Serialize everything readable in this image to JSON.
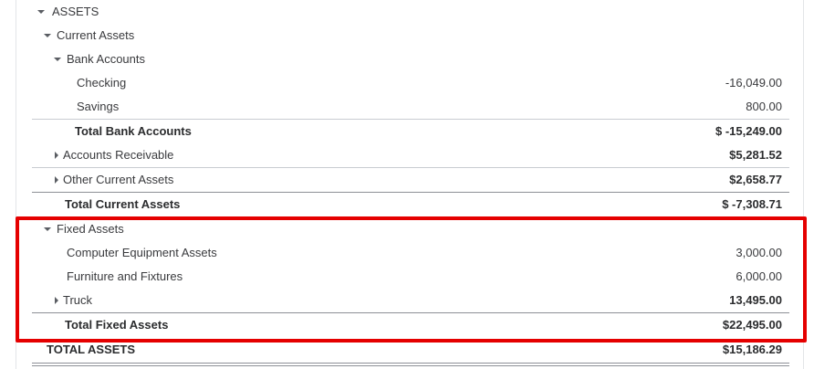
{
  "report": {
    "assets": {
      "label": "ASSETS"
    },
    "current_assets": {
      "label": "Current Assets"
    },
    "bank_accounts": {
      "label": "Bank Accounts"
    },
    "checking": {
      "label": "Checking",
      "amount": "-16,049.00"
    },
    "savings": {
      "label": "Savings",
      "amount": "800.00"
    },
    "total_bank_accounts": {
      "label": "Total Bank Accounts",
      "amount": "$ -15,249.00"
    },
    "accounts_receivable": {
      "label": "Accounts Receivable",
      "amount": "$5,281.52"
    },
    "other_current_assets": {
      "label": "Other Current Assets",
      "amount": "$2,658.77"
    },
    "total_current_assets": {
      "label": "Total Current Assets",
      "amount": "$ -7,308.71"
    },
    "fixed_assets": {
      "label": "Fixed Assets"
    },
    "computer_equipment": {
      "label": "Computer Equipment Assets",
      "amount": "3,000.00"
    },
    "furniture": {
      "label": "Furniture and Fixtures",
      "amount": "6,000.00"
    },
    "truck": {
      "label": "Truck",
      "amount": "13,495.00"
    },
    "total_fixed_assets": {
      "label": "Total Fixed Assets",
      "amount": "$22,495.00"
    },
    "total_assets": {
      "label": "TOTAL ASSETS",
      "amount": "$15,186.29"
    }
  },
  "highlight_color": "#e50000",
  "icons": {
    "expanded": "caret-down-icon",
    "collapsed": "caret-right-icon"
  }
}
